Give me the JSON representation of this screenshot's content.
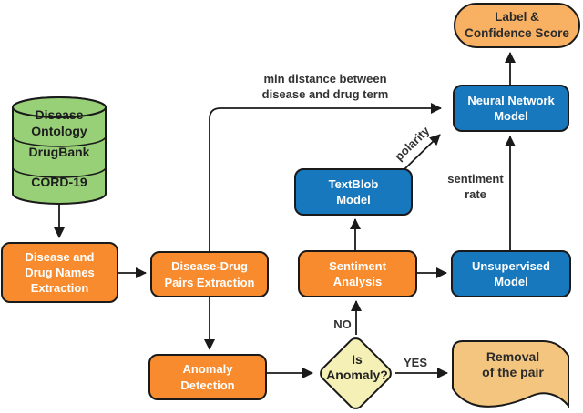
{
  "figure": {
    "datastore": {
      "sections": [
        "Disease\nOntology",
        "DrugBank",
        "CORD-19"
      ]
    },
    "nodes": {
      "names_extraction": "Disease and\nDrug Names\nExtraction",
      "pairs_extraction": "Disease-Drug\nPairs Extraction",
      "anomaly_detection": "Anomaly\nDetection",
      "sentiment_analysis": "Sentiment\nAnalysis",
      "textblob_model": "TextBlob\nModel",
      "neural_network_model": "Neural Network\nModel",
      "unsupervised_model": "Unsupervised\nModel",
      "label_confidence": "Label &\nConfidence Score",
      "is_anomaly": "Is\nAnomaly?",
      "removal": "Removal\nof the pair"
    },
    "edge_labels": {
      "min_distance": "min distance between\ndisease and drug term",
      "polarity": "polarity",
      "sentiment_rate": "sentiment\nrate",
      "no": "NO",
      "yes": "YES"
    },
    "colors": {
      "process_orange": "#F78B2E",
      "model_blue": "#1778BE",
      "datastore_green": "#97D077",
      "terminal_orange": "#F8B163",
      "tape_tan": "#F4C57E",
      "decision_yellow": "#F5F0B5",
      "stroke_black": "#1A1A1A",
      "label_text": "#333333"
    }
  }
}
